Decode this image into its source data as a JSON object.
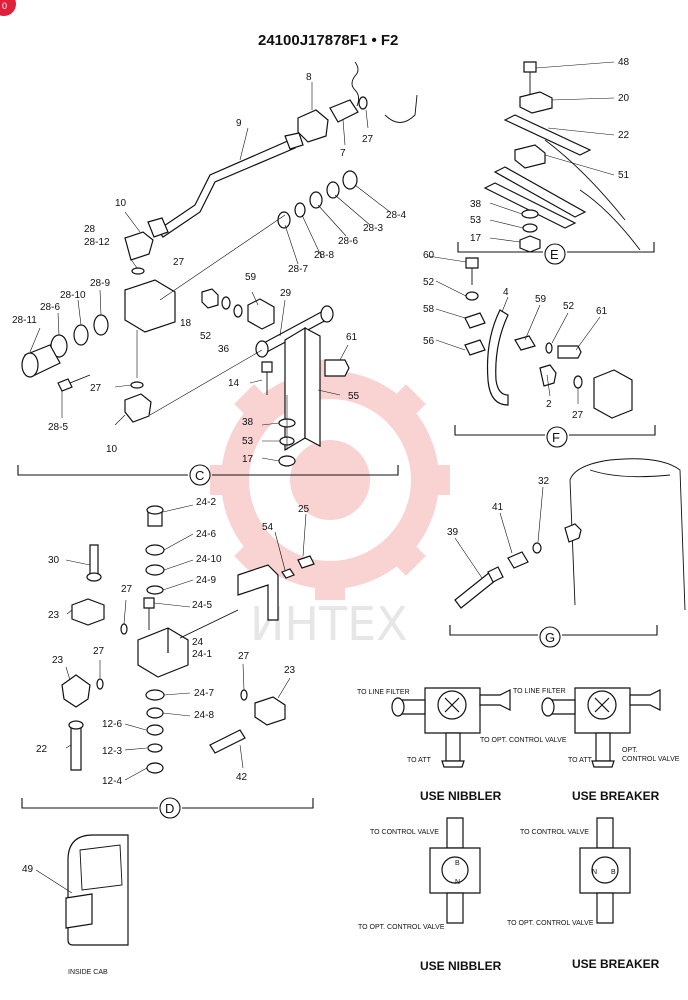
{
  "title": "24100J17878F1 • F2",
  "watermark": "ИНТЕХ",
  "sections": [
    "C",
    "D",
    "E",
    "F",
    "G"
  ],
  "labels": {
    "C": [
      "9",
      "8",
      "7",
      "27",
      "10",
      "28",
      "28-12",
      "27",
      "28-4",
      "28-3",
      "28-6",
      "28-8",
      "28-7",
      "28-9",
      "28-10",
      "28-6",
      "28-11",
      "59",
      "29",
      "18",
      "52",
      "36",
      "61",
      "27",
      "14",
      "55",
      "28-5",
      "10",
      "38",
      "53",
      "17"
    ],
    "D": [
      "24-2",
      "24-6",
      "24-10",
      "24-9",
      "24-5",
      "30",
      "27",
      "23",
      "24",
      "24-1",
      "27",
      "23",
      "27",
      "24-7",
      "24-8",
      "23",
      "22",
      "12-6",
      "12-3",
      "12-4",
      "42",
      "54",
      "25"
    ],
    "E": [
      "48",
      "20",
      "22",
      "51",
      "38",
      "53",
      "17"
    ],
    "F": [
      "60",
      "52",
      "4",
      "58",
      "59",
      "52",
      "61",
      "56",
      "2",
      "27"
    ],
    "G": [
      "32",
      "41",
      "39"
    ],
    "cab": [
      "49"
    ]
  },
  "flow": {
    "to_line_filter": "TO LINE FILTER",
    "to_att": "TO ATT",
    "to_opt_control_valve": "TO OPT. CONTROL VALVE",
    "opt_control_valve": "OPT.",
    "control_valve_word": "CONTROL VALVE",
    "to_control_valve": "TO CONTROL VALVE",
    "to_opt_control_valve_lower": "TO OPT. CONTROL VALVE",
    "use_nibbler": "USE NIBBLER",
    "use_breaker": "USE BREAKER",
    "valve_letters_n": "N",
    "valve_letters_b": "B"
  },
  "inside_cab": "INSIDE CAB",
  "corner_badge": "0"
}
